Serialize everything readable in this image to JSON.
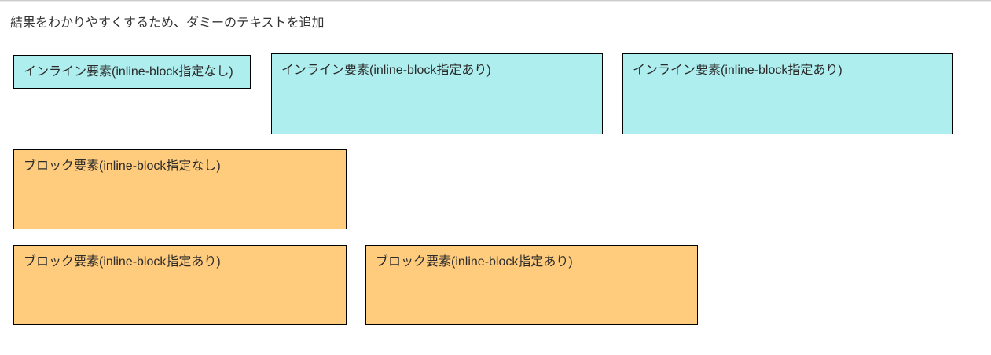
{
  "page": {
    "intro_text": "結果をわかりやすくするため、ダミーのテキストを追加"
  },
  "colors": {
    "inline_box_fill": "#afeeee",
    "block_box_fill": "#ffcb7c",
    "box_border": "#000000",
    "text": "#333333",
    "top_rule": "#cccccc",
    "background": "#ffffff"
  },
  "boxes": [
    {
      "id": "inline-no-inline-block",
      "type": "inline",
      "label": "インライン要素(inline-block指定なし)"
    },
    {
      "id": "inline-with-inline-block-1",
      "type": "inline",
      "label": "インライン要素(inline-block指定あり)"
    },
    {
      "id": "inline-with-inline-block-2",
      "type": "inline",
      "label": "インライン要素(inline-block指定あり)"
    },
    {
      "id": "block-no-inline-block",
      "type": "block",
      "label": "ブロック要素(inline-block指定なし)"
    },
    {
      "id": "block-with-inline-block-1",
      "type": "block",
      "label": "ブロック要素(inline-block指定あり)"
    },
    {
      "id": "block-with-inline-block-2",
      "type": "block",
      "label": "ブロック要素(inline-block指定あり)"
    }
  ]
}
